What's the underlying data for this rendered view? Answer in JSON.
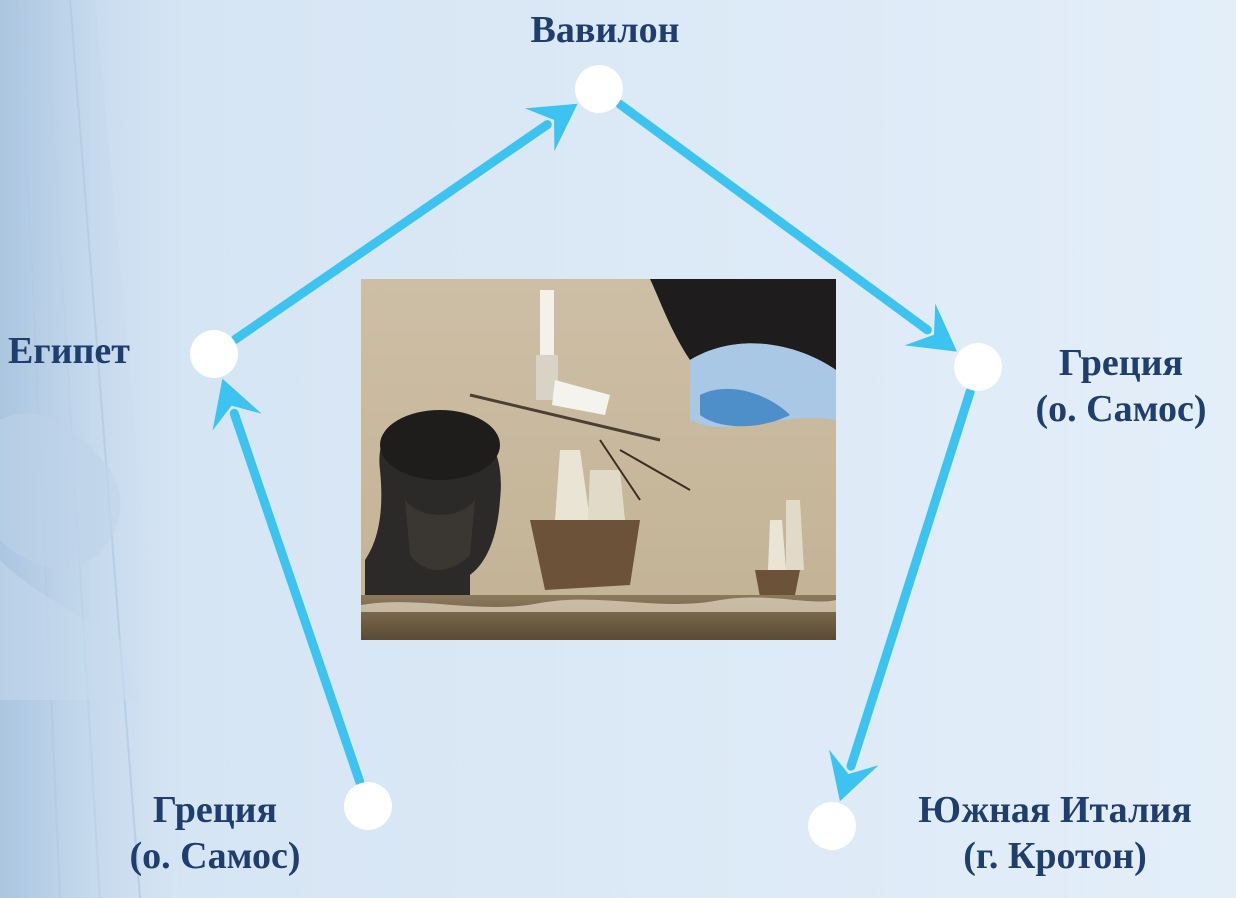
{
  "nodes": [
    {
      "id": "greece-start",
      "lines": [
        "Греция",
        "(о. Самос)"
      ]
    },
    {
      "id": "egypt",
      "lines": [
        "Египет"
      ]
    },
    {
      "id": "babylon",
      "lines": [
        "Вавилон"
      ]
    },
    {
      "id": "greece-return",
      "lines": [
        "Греция",
        "(о. Самос)"
      ]
    },
    {
      "id": "south-italy",
      "lines": [
        "Южная Италия",
        "(г. Кротон)"
      ]
    }
  ],
  "edges": [
    {
      "from": "greece-start",
      "to": "egypt"
    },
    {
      "from": "egypt",
      "to": "babylon"
    },
    {
      "from": "babylon",
      "to": "greece-return"
    },
    {
      "from": "greece-return",
      "to": "south-italy"
    }
  ],
  "colors": {
    "background": "#dde9f5",
    "arrow": "#3cc3f0",
    "node": "#ffffff",
    "label": "#1f3e6e"
  },
  "picture": {
    "subject": "engraving of a bearded bust with sailing ships at sea",
    "icon": "illustration-picture"
  }
}
